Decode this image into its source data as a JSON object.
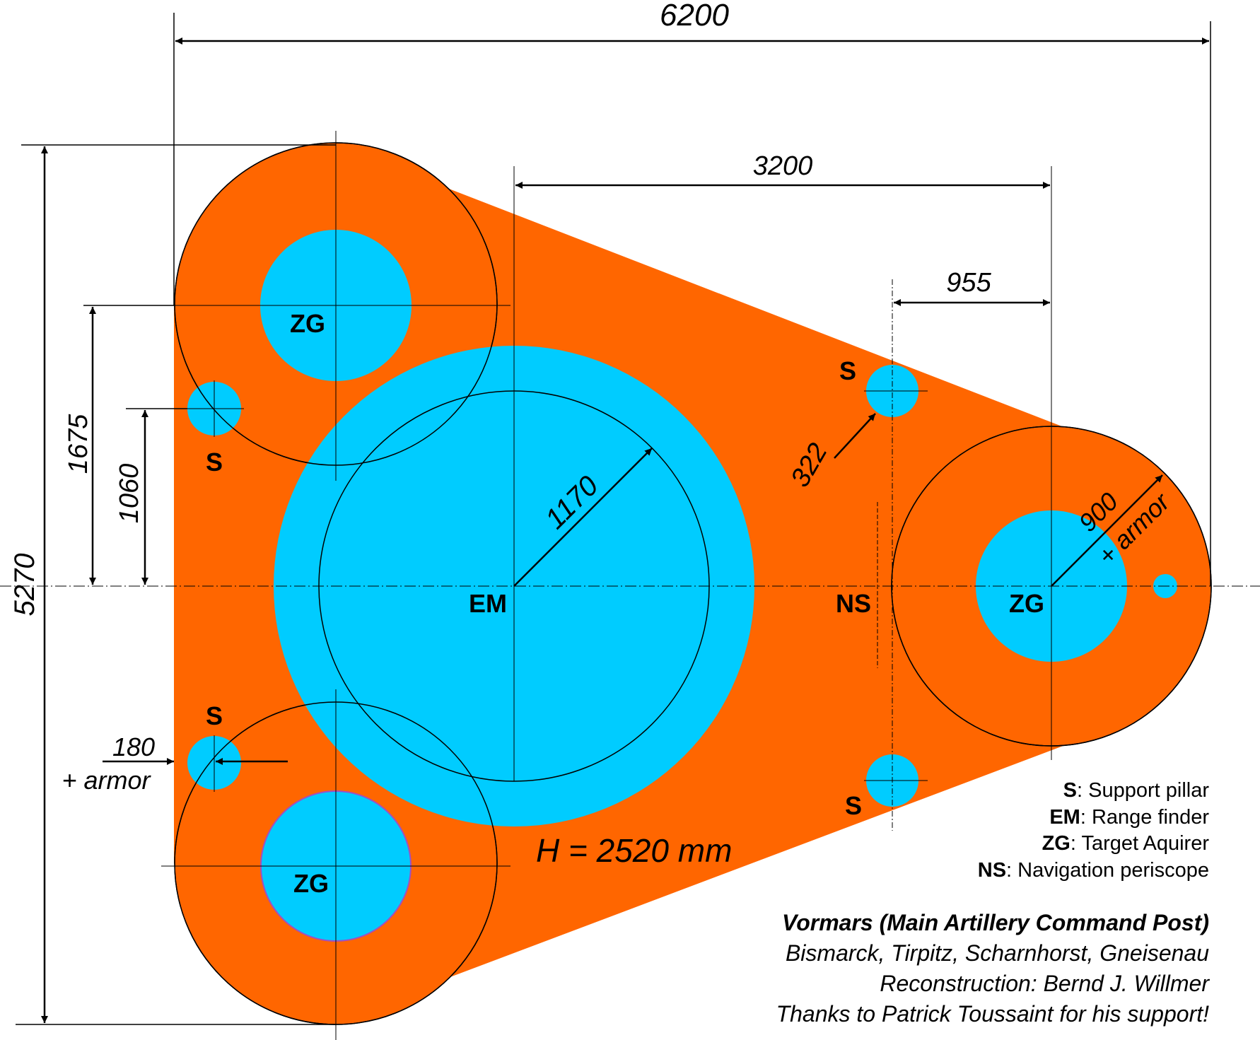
{
  "colors": {
    "platform": "#ff6600",
    "equipment": "#00ccff",
    "line": "#000000"
  },
  "dimensions": {
    "overall_width": "6200",
    "overall_height": "5270",
    "em_to_zg": "3200",
    "s_to_zg": "955",
    "offset_1675": "1675",
    "offset_1060": "1060",
    "em_radius": "1170",
    "s_radius": "322",
    "zg_radius_line1": "900",
    "zg_radius_line2": "+ armor",
    "s_pillar_line1": "180",
    "s_pillar_line2": "+ armor",
    "height": "H = 2520 mm"
  },
  "labels": {
    "zg_top": "ZG",
    "zg_bottom": "ZG",
    "zg_right": "ZG",
    "em": "EM",
    "ns": "NS",
    "s_left_top": "S",
    "s_left_bottom": "S",
    "s_right_top": "S",
    "s_right_bottom": "S"
  },
  "legend": [
    {
      "abbr": "S",
      "text": ": Support pillar"
    },
    {
      "abbr": "EM",
      "text": ": Range finder"
    },
    {
      "abbr": "ZG",
      "text": ": Target Aquirer"
    },
    {
      "abbr": "NS",
      "text": ": Navigation periscope"
    }
  ],
  "caption": {
    "title": "Vormars (Main Artillery Command Post)",
    "ships": "Bismarck, Tirpitz, Scharnhorst, Gneisenau",
    "credit": "Reconstruction: Bernd J. Willmer",
    "thanks": "Thanks to Patrick Toussaint for his support!"
  }
}
